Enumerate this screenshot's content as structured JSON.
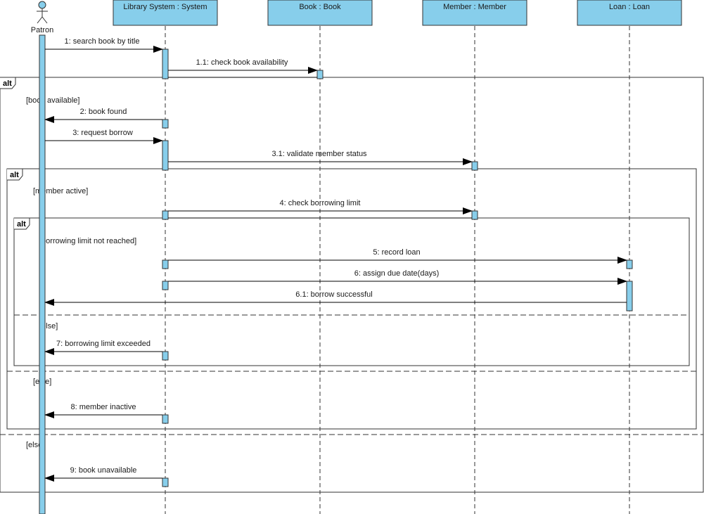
{
  "actor": {
    "name": "Patron"
  },
  "lifelines": [
    {
      "key": "system",
      "label": "Library System : System"
    },
    {
      "key": "book",
      "label": "Book : Book"
    },
    {
      "key": "member",
      "label": "Member : Member"
    },
    {
      "key": "loan",
      "label": "Loan : Loan"
    }
  ],
  "messages": [
    {
      "id": "m1",
      "label": "1: search book by title"
    },
    {
      "id": "m1_1",
      "label": "1.1: check book availability"
    },
    {
      "id": "m2",
      "label": "2: book found"
    },
    {
      "id": "m3",
      "label": "3: request borrow"
    },
    {
      "id": "m3_1",
      "label": "3.1: validate member status"
    },
    {
      "id": "m4",
      "label": "4: check borrowing limit"
    },
    {
      "id": "m5",
      "label": "5: record loan"
    },
    {
      "id": "m6",
      "label": "6: assign due date(days)"
    },
    {
      "id": "m6_1",
      "label": "6.1: borrow successful"
    },
    {
      "id": "m7",
      "label": "7: borrowing limit exceeded"
    },
    {
      "id": "m8",
      "label": "8: member inactive"
    },
    {
      "id": "m9",
      "label": "9: book unavailable"
    }
  ],
  "fragments": {
    "outer": {
      "operator": "alt",
      "guard_1": "[book available]",
      "guard_2": "[else]"
    },
    "middle": {
      "operator": "alt",
      "guard_1": "[member active]",
      "guard_2": "[else]"
    },
    "inner": {
      "operator": "alt",
      "guard_1": "[borrowing limit not reached]",
      "guard_2": "[else]"
    }
  },
  "colors": {
    "lifeline_fill": "#87CEEB",
    "stroke": "#333333"
  }
}
